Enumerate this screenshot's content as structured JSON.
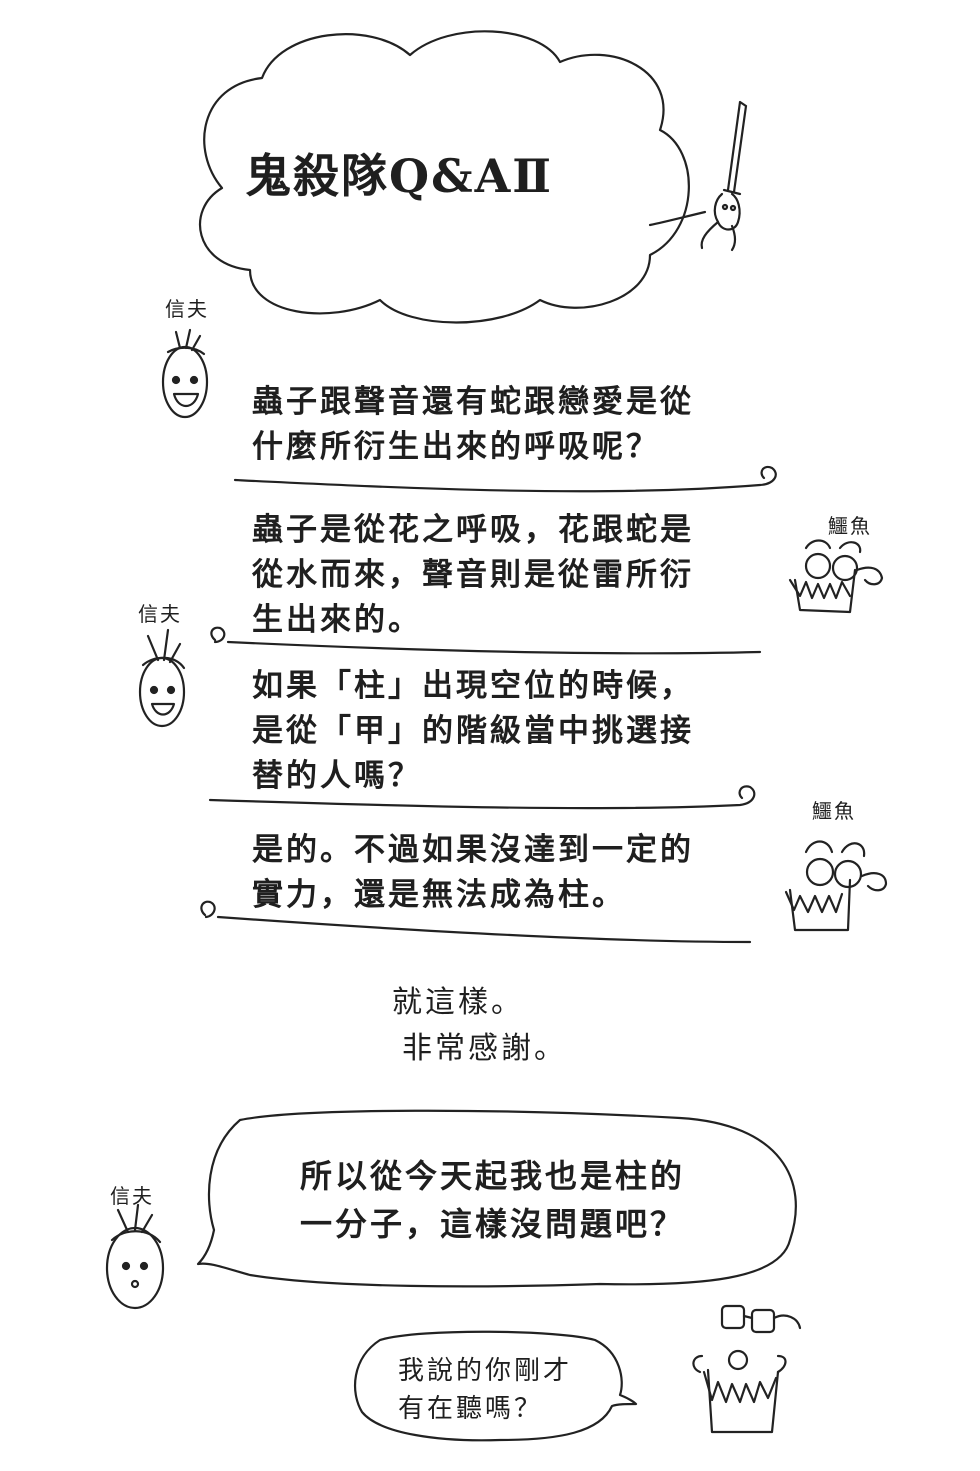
{
  "title": "鬼殺隊Q&AⅡ",
  "speakers": {
    "nobuo": "信夫",
    "unagi": "鱷魚"
  },
  "qa": [
    {
      "speaker": "信夫",
      "lines": [
        "蟲子跟聲音還有蛇跟戀愛是從",
        "什麼所衍生出來的呼吸呢？"
      ]
    },
    {
      "speaker": "鱷魚",
      "lines": [
        "蟲子是從花之呼吸，花跟蛇是",
        "從水而來，聲音則是從雷所衍",
        "生出來的。"
      ]
    },
    {
      "speaker": "信夫",
      "lines": [
        "如果「柱」出現空位的時候，",
        "是從「甲」的階級當中挑選接",
        "替的人嗎？"
      ]
    },
    {
      "speaker": "鱷魚",
      "lines": [
        "是的。不過如果沒達到一定的",
        "實力，還是無法成為柱。"
      ]
    }
  ],
  "closing": [
    "就這樣。",
    "非常感謝。"
  ],
  "bubble_big": [
    "所以從今天起我也是柱的",
    "一分子，這樣沒問題吧？"
  ],
  "bubble_small": [
    "我說的你剛才",
    "有在聽嗎？"
  ]
}
